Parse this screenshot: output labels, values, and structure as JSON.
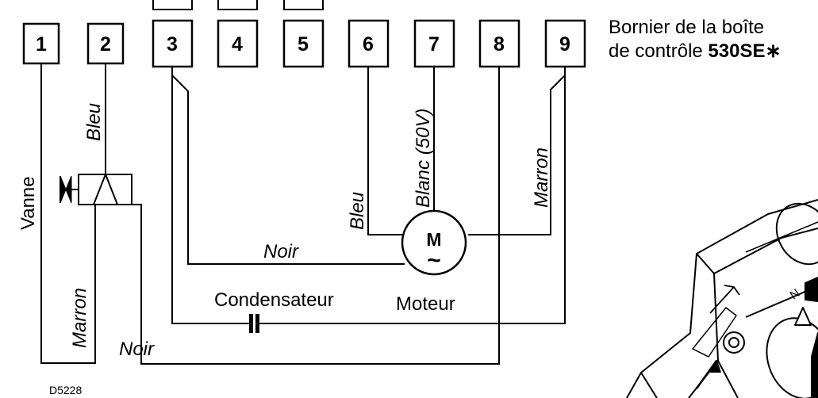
{
  "terminals": [
    "1",
    "2",
    "3",
    "4",
    "5",
    "6",
    "7",
    "8",
    "9"
  ],
  "header": {
    "line1": "Bornier de la boîte",
    "line2_prefix": "de contrôle ",
    "line2_bold": "530SE∗"
  },
  "labels": {
    "vanne": "Vanne",
    "bleu_valve": "Bleu",
    "marron_valve": "Marron",
    "noir_bottom": "Noir",
    "noir_motor": "Noir",
    "bleu_motor": "Bleu",
    "blanc_motor": "Blanc (50V)",
    "marron_motor": "Marron",
    "condensateur": "Condensateur",
    "moteur": "Moteur",
    "motor_symbol": "M",
    "motor_tilde": "~",
    "ref": "D5228"
  },
  "colors": {
    "line": "#000000",
    "background": "#ffffff"
  }
}
